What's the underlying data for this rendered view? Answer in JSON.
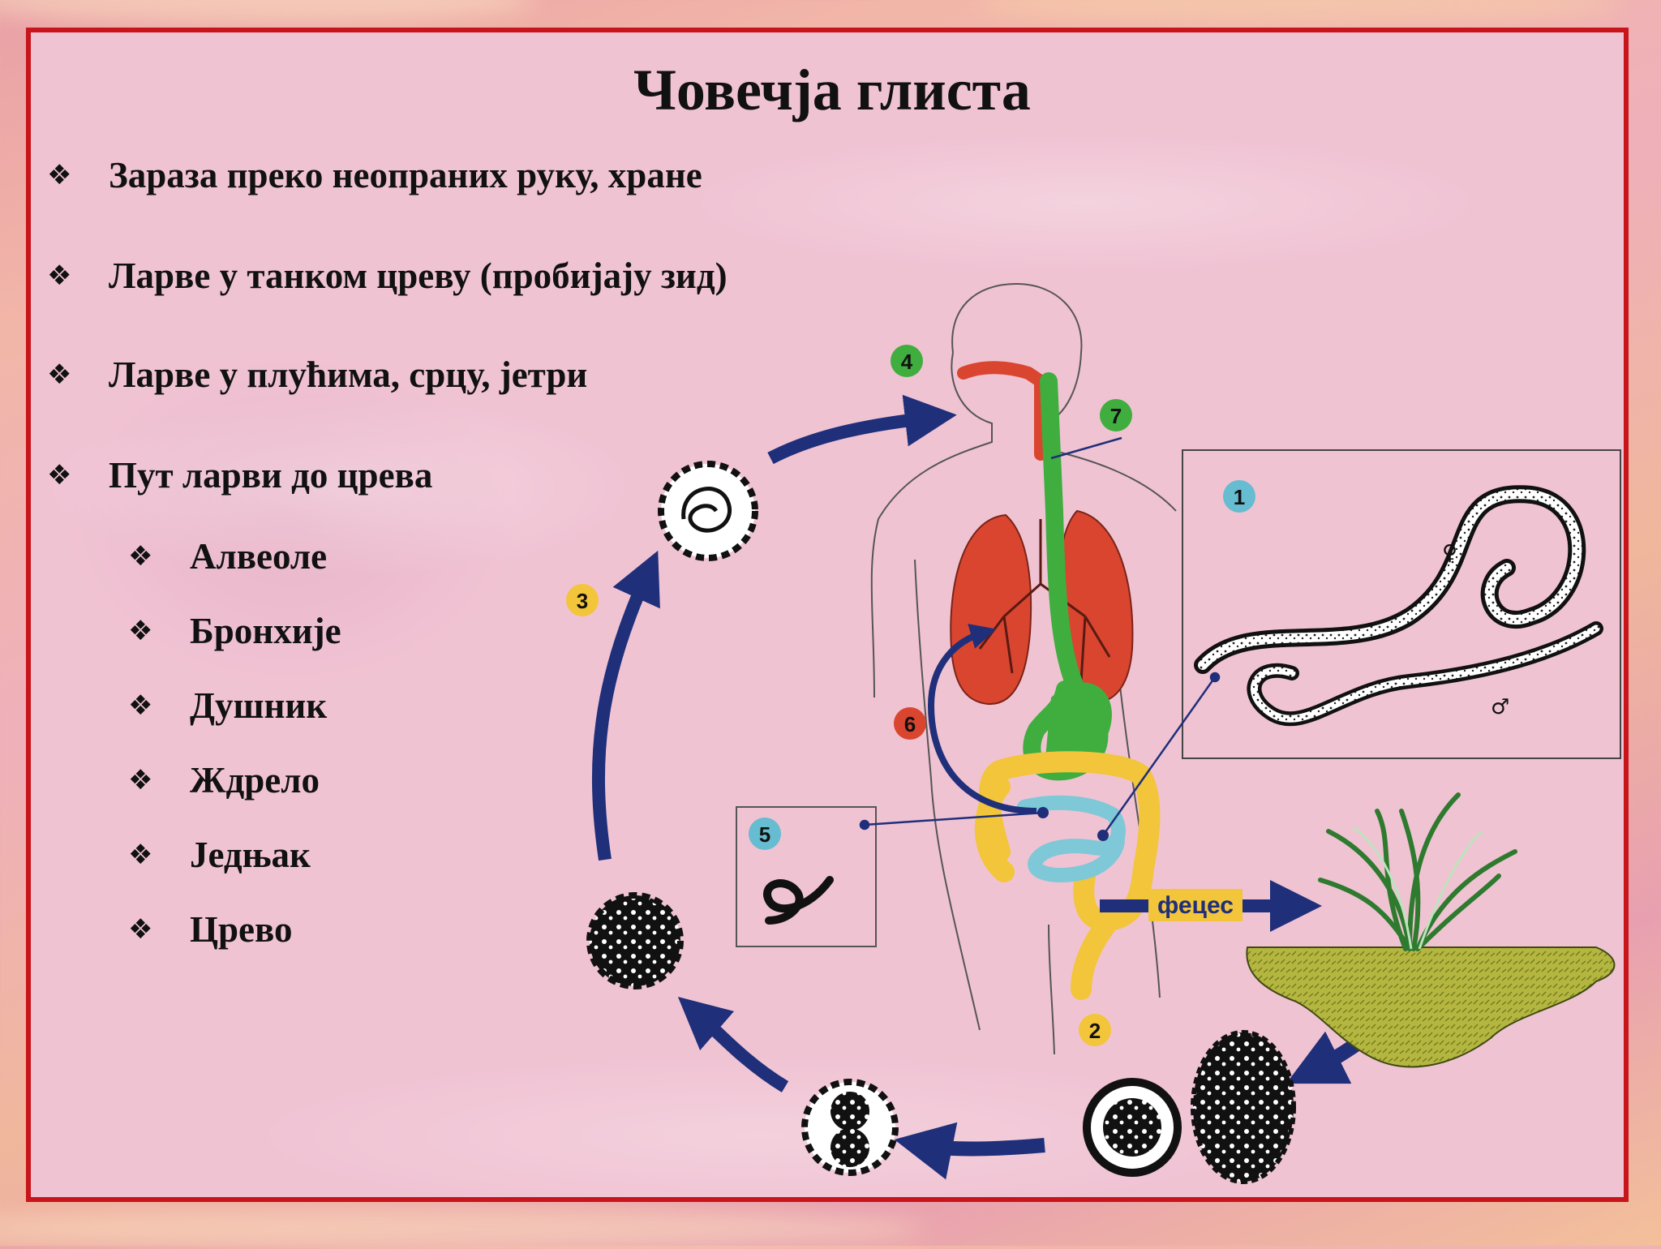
{
  "slide": {
    "title": "Човечја глиста",
    "bullet_marker": "❖",
    "bullets": [
      "Зараза преко неопраних руку, хране",
      "Ларве у танком цреву (пробијају зид)",
      "Ларве у плућима, срцу, јетри",
      "Пут ларви до црева"
    ],
    "sub_bullets": [
      "Алвеоле",
      "Бронхије",
      "Душник",
      "Ждрело",
      "Једњак",
      "Црево"
    ]
  },
  "diagram": {
    "stage_labels": [
      "1",
      "2",
      "3",
      "4",
      "5",
      "6",
      "7"
    ],
    "arrow_label": "фецес",
    "female_symbol": "♀",
    "male_symbol": "♂"
  },
  "colors": {
    "frame_border": "#c8141b",
    "arrow_blue": "#1f2f7a",
    "lung_red": "#d9452f",
    "digestive_green": "#3fae3f",
    "intestine_yellow": "#f2c53a",
    "small_intestine_blue": "#7ec8d8",
    "badge_green": "#3fae3f",
    "badge_yellow": "#f2c53a",
    "badge_blue": "#66bcd0",
    "badge_red": "#d9452f",
    "soil_olive": "#b5b640",
    "feces_label_bg": "#f2c53a"
  }
}
